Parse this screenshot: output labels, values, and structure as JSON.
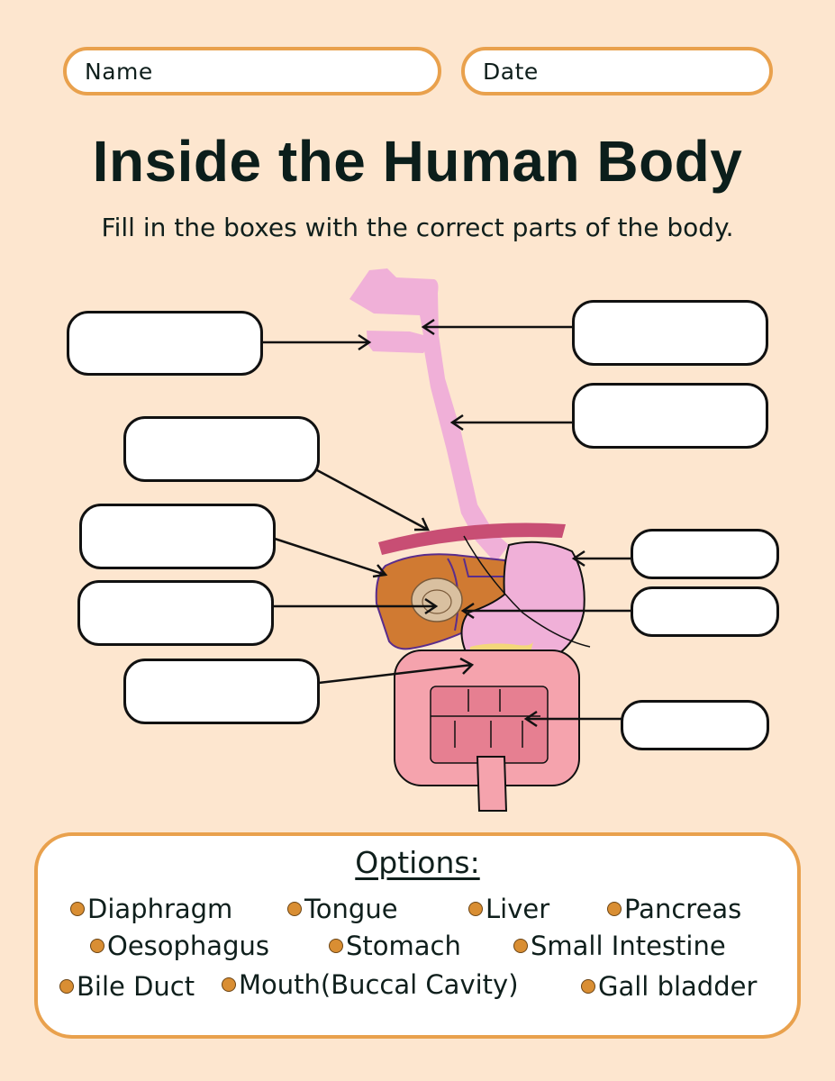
{
  "header": {
    "name_label": "Name",
    "date_label": "Date"
  },
  "title": "Inside the Human Body",
  "subtitle": "Fill in the boxes with the correct parts of the body.",
  "diagram": {
    "label_boxes": [
      {
        "id": "mouth-box",
        "value": ""
      },
      {
        "id": "tongue-box",
        "value": ""
      },
      {
        "id": "oesophagus-box",
        "value": ""
      },
      {
        "id": "diaphragm-box",
        "value": ""
      },
      {
        "id": "liver-box",
        "value": ""
      },
      {
        "id": "gall-bladder-box",
        "value": ""
      },
      {
        "id": "pancreas-box",
        "value": ""
      },
      {
        "id": "stomach-box",
        "value": ""
      },
      {
        "id": "bile-duct-box",
        "value": ""
      },
      {
        "id": "small-intestine-box",
        "value": ""
      }
    ],
    "colors": {
      "digestive_tract": "#f0b0d8",
      "diaphragm": "#c84e74",
      "liver": "#d07a32",
      "gall_bladder": "#d9c0a0",
      "pancreas": "#f3d77a",
      "intestine": "#f5a3ad",
      "intestine_inner": "#e67f91"
    }
  },
  "options": {
    "title": "Options:",
    "items": [
      "Diaphragm",
      "Tongue",
      "Liver",
      "Pancreas",
      "Oesophagus",
      "Stomach",
      "Small Intestine",
      "Bile Duct",
      "Mouth(Buccal Cavity)",
      "Gall bladder"
    ],
    "bullet_color": "#d98e33"
  },
  "colors": {
    "background": "#fde6cf",
    "accent_border": "#e9a14d",
    "text": "#0f1f1c"
  }
}
